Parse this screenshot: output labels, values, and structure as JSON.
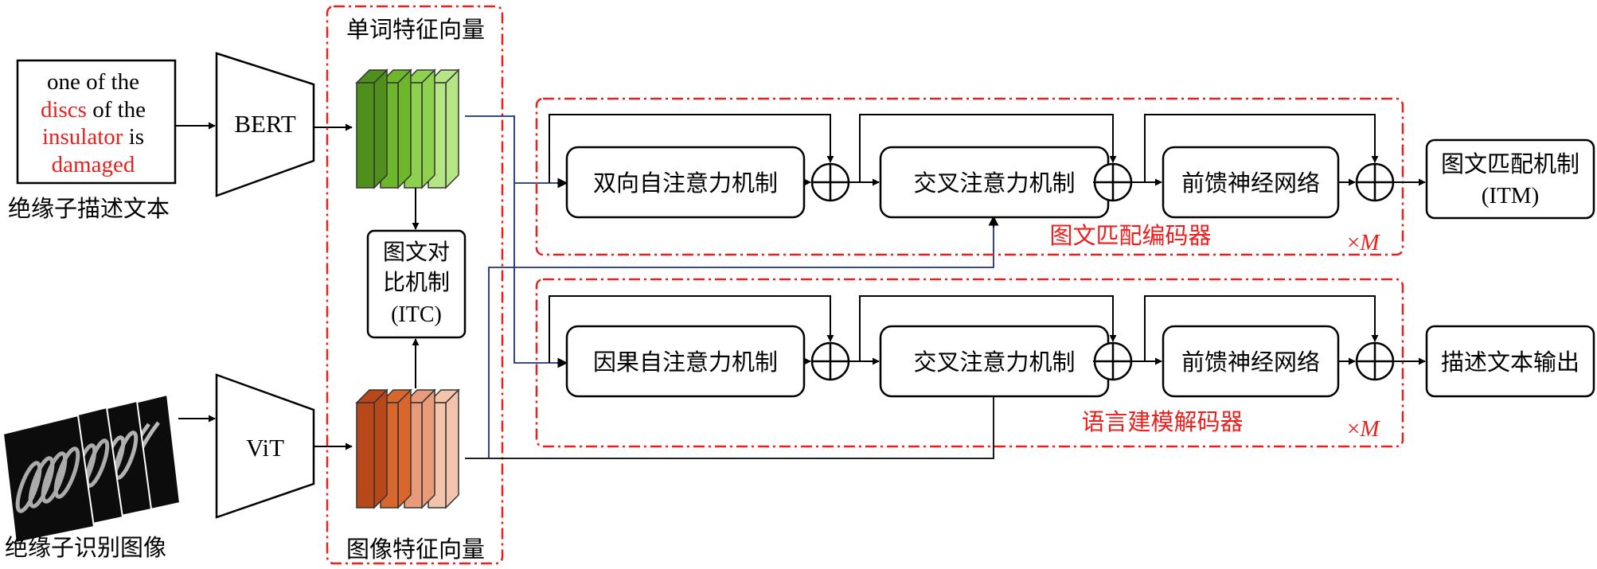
{
  "colors": {
    "red": "#e8201e",
    "blue": "#1a2f8a",
    "green": [
      "#4f8f1c",
      "#6cb82a",
      "#8ed14f",
      "#b5e585"
    ],
    "orange": [
      "#b8471a",
      "#d9672d",
      "#e99a78",
      "#f3c3ac"
    ]
  },
  "input_text": {
    "line1": "one of the",
    "line2_red": "discs",
    "line2_black": " of the",
    "line3_red": "insulator",
    "line3_black": " is",
    "line4_red": "damaged",
    "caption": "绝缘子描述文本"
  },
  "input_image": {
    "caption": "绝缘子识别图像"
  },
  "encoders": {
    "text": "BERT",
    "image": "ViT"
  },
  "features": {
    "word_title": "单词特征向量",
    "image_title": "图像特征向量",
    "itc": [
      "图文对",
      "比机制",
      "(ITC)"
    ]
  },
  "itm_encoder": {
    "title": "图文匹配编码器",
    "repeat": "×",
    "repeat_var": "M",
    "blocks": [
      "双向自注意力机制",
      "交叉注意力机制",
      "前馈神经网络"
    ]
  },
  "lm_decoder": {
    "title": "语言建模解码器",
    "repeat": "×",
    "repeat_var": "M",
    "blocks": [
      "因果自注意力机制",
      "交叉注意力机制",
      "前馈神经网络"
    ]
  },
  "outputs": {
    "itm": [
      "图文匹配机制",
      "(ITM)"
    ],
    "lm": "描述文本输出"
  }
}
